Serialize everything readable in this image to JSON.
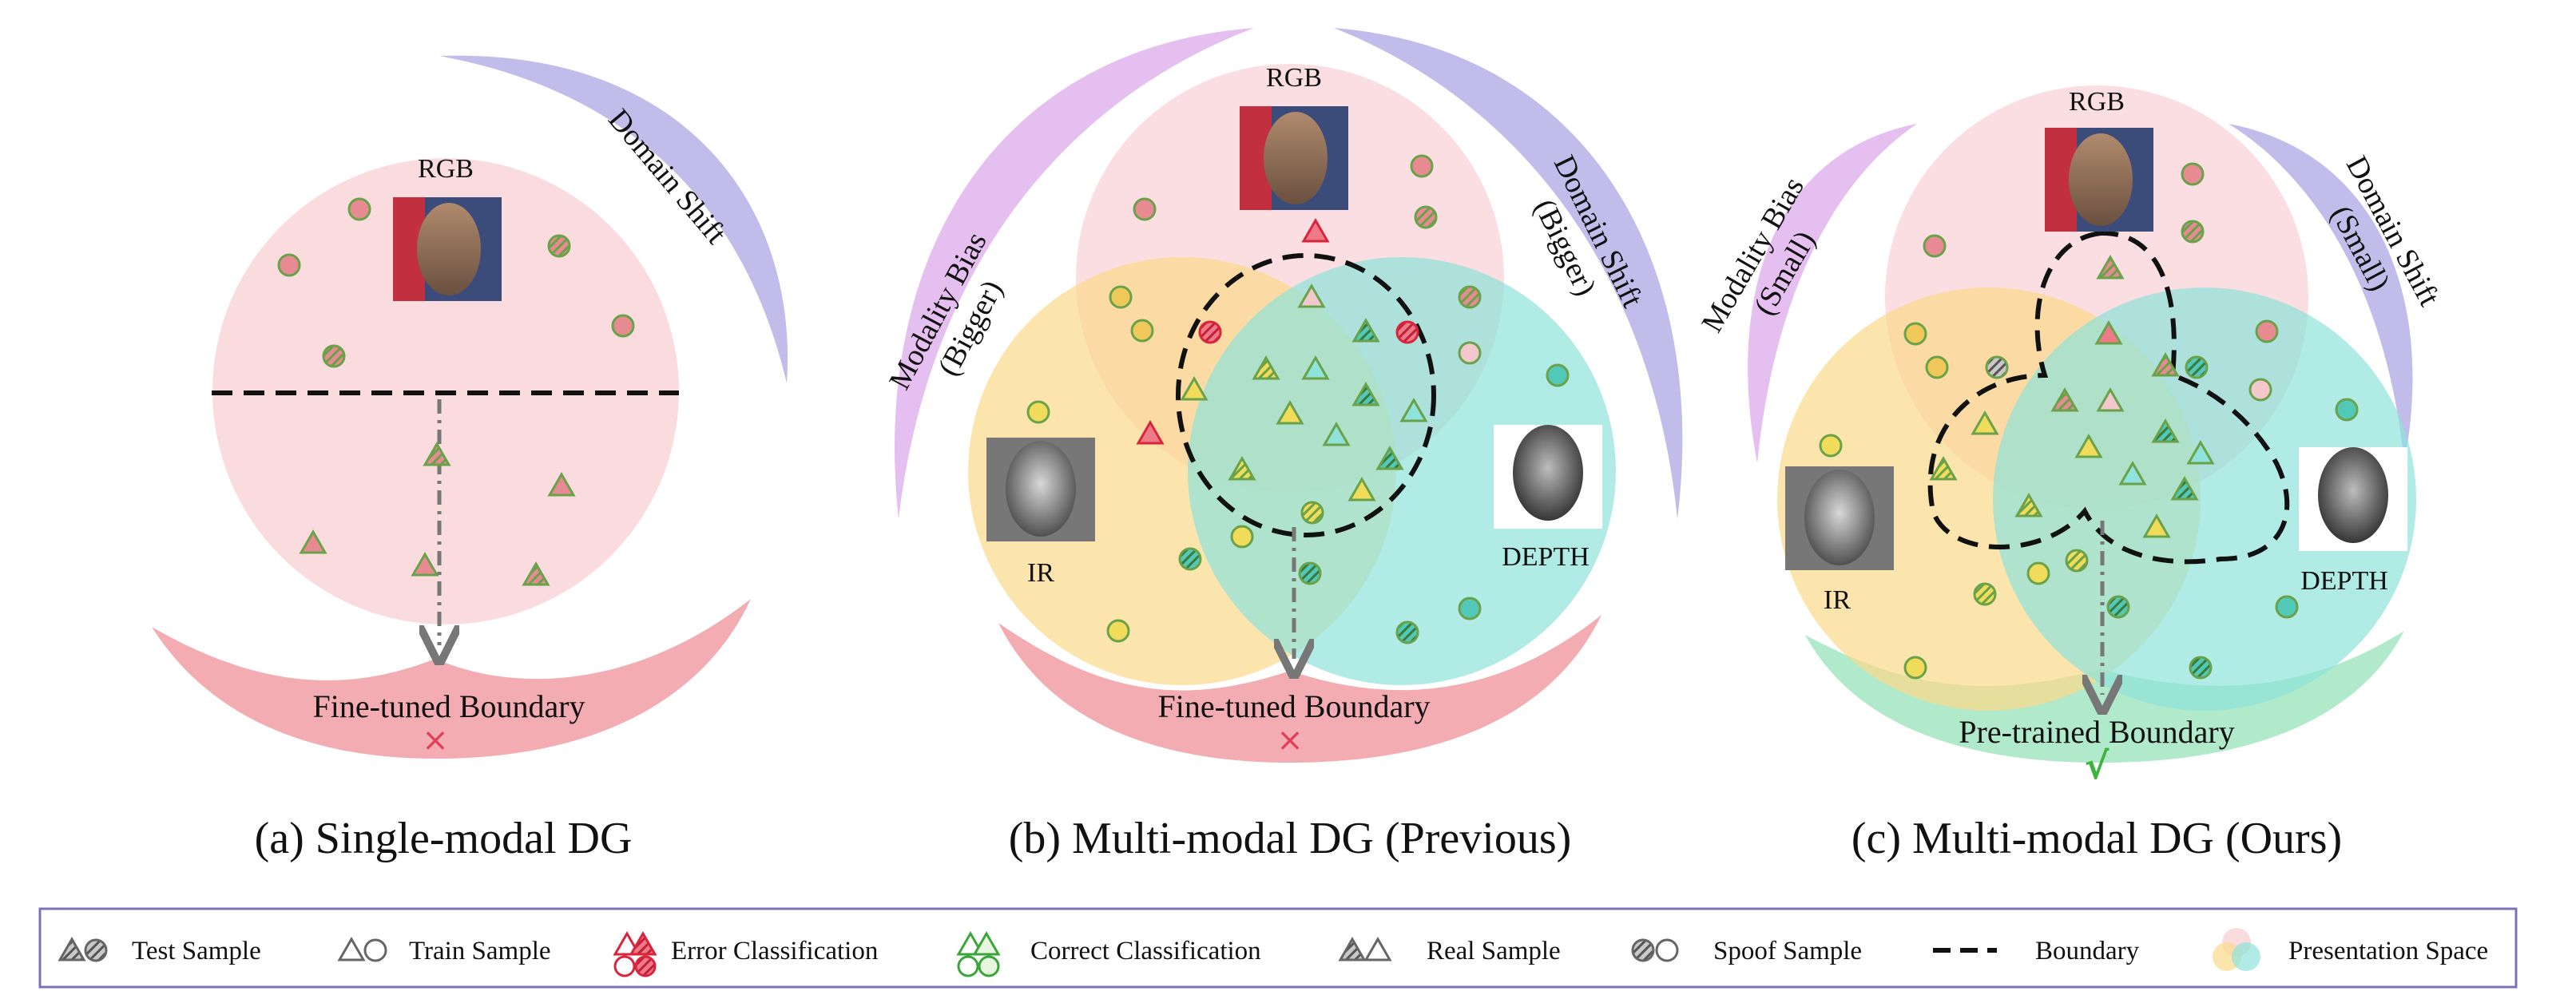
{
  "panels": [
    {
      "caption": "(a) Single-modal DG",
      "rgb_label": "RGB",
      "arc_label": "Domain Shift",
      "boundary_label": "Fine-tuned Boundary",
      "mark": "×"
    },
    {
      "caption": "(b) Multi-modal DG (Previous)",
      "rgb_label": "RGB",
      "ir_label": "IR",
      "depth_label": "DEPTH",
      "modality_arc": [
        "Modality Bias",
        "(Bigger)"
      ],
      "domain_arc": [
        "Domain Shift",
        "(Bigger)"
      ],
      "boundary_label": "Fine-tuned Boundary",
      "mark": "×"
    },
    {
      "caption": "(c) Multi-modal DG (Ours)",
      "rgb_label": "RGB",
      "ir_label": "IR",
      "depth_label": "DEPTH",
      "modality_arc": [
        "Modality Bias",
        "(Small)"
      ],
      "domain_arc": [
        "Domain Shift",
        "(Small)"
      ],
      "boundary_label": "Pre-trained Boundary",
      "mark": "√"
    }
  ],
  "legend": [
    "Test Sample",
    "Train Sample",
    "Error Classification",
    "Correct Classification",
    "Real Sample",
    "Spoof Sample",
    "Boundary",
    "Presentation Space"
  ],
  "colors": {
    "rgb_space": "#f9d8dc",
    "ir_space": "#fbd98a",
    "depth_space": "#8fe3da",
    "domain_arc": "#b7b0e8",
    "modality_arc": "#e0b4ec",
    "fail_arc": "#f2a3a8",
    "success_arc": "#a8e8c4",
    "error_mark": "#d8243c",
    "correct_mark": "#3aa63a",
    "legend_border": "#7b73b8"
  }
}
